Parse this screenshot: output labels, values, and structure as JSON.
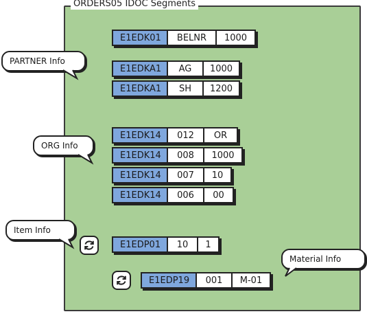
{
  "panel": {
    "title": "ORDERS05 IDOC Segments"
  },
  "rows": [
    {
      "segment": "E1EDK01",
      "field1": "BELNR",
      "field2": "1000"
    },
    {
      "segment": "E1EDKA1",
      "field1": "AG",
      "field2": "1000"
    },
    {
      "segment": "E1EDKA1",
      "field1": "SH",
      "field2": "1200"
    },
    {
      "segment": "E1EDK14",
      "field1": "012",
      "field2": "OR"
    },
    {
      "segment": "E1EDK14",
      "field1": "008",
      "field2": "1000"
    },
    {
      "segment": "E1EDK14",
      "field1": "007",
      "field2": "10"
    },
    {
      "segment": "E1EDK14",
      "field1": "006",
      "field2": "00"
    },
    {
      "segment": "E1EDP01",
      "field1": "10",
      "field2": "1"
    },
    {
      "segment": "E1EDP19",
      "field1": "001",
      "field2": "M-01"
    }
  ],
  "notes": {
    "partner": "PARTNER Info",
    "org": "ORG Info",
    "item": "Item Info",
    "material": "Material Info"
  },
  "icons": {
    "loop": "loop-arrows-icon"
  },
  "colors": {
    "panel": "#a9cf97",
    "segment": "#7fa7dd"
  }
}
